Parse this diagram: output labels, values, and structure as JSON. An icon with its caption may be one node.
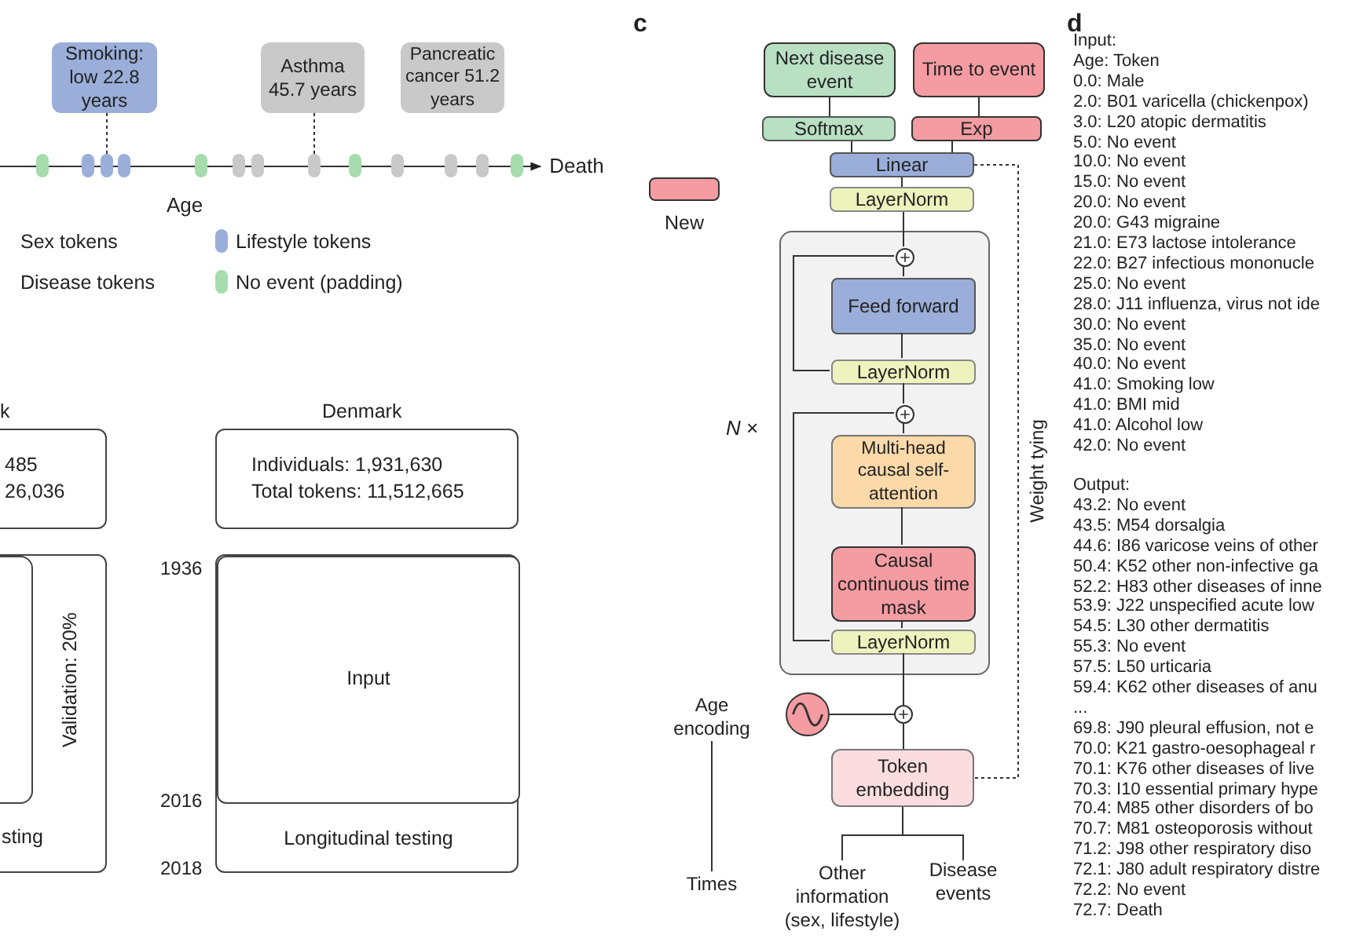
{
  "diagram": {
    "nodes": [
      {
        "text": [
          "Smoking: low 22.8 years"
        ]
      },
      {
        "text": [
          "Asthma 45.7 years"
        ]
      },
      {
        "text": [
          "Pancreatic cancer 51.2 years"
        ]
      },
      {
        "text": [],
        "shape": "bar"
      },
      {
        "text": [],
        "shape": "bar"
      },
      {
        "text": [],
        "shape": "bar"
      },
      {
        "text": [],
        "shape": "bar"
      },
      {
        "text": [],
        "shape": "bar"
      },
      {
        "text": [],
        "shape": "bar"
      },
      {
        "text": [],
        "shape": "bar"
      },
      {
        "text": [],
        "shape": "bar"
      },
      {
        "text": [],
        "shape": "bar"
      },
      {
        "text": [],
        "shape": "bar"
      },
      {
        "text": [],
        "shape": "bar"
      },
      {
        "text": [],
        "shape": "bar"
      },
      {
        "text": [],
        "shape": "bar"
      },
      {
        "text": [
          "Death"
        ]
      },
      {
        "text": [
          "485",
          "26,036"
        ]
      },
      {
        "text": [
          "Individuals: 1,931,630",
          "Total tokens: 11,512,665"
        ]
      },
      {
        "text": [
          "Validation: 20%",
          "sting"
        ]
      },
      {
        "text": [],
        "shape": "box",
        "in": 19
      },
      {
        "text": [
          "Longitudinal testing"
        ]
      },
      {
        "text": [
          "Input"
        ],
        "in": 21
      },
      {
        "text": [
          "Next disease event"
        ]
      },
      {
        "text": [
          "Time to event"
        ]
      },
      {
        "text": [
          "Softmax"
        ]
      },
      {
        "text": [
          "Exp"
        ]
      },
      {
        "text": [
          "Linear"
        ]
      },
      {
        "text": [
          "LayerNorm"
        ]
      },
      {
        "text": [],
        "shape": "box",
        "beside": [
          "*N* ×"
        ]
      },
      {
        "text": [],
        "shape": "circle",
        "in": 29
      },
      {
        "text": [
          "Feed forward"
        ],
        "in": 29
      },
      {
        "text": [
          "LayerNorm"
        ],
        "in": 29
      },
      {
        "text": [],
        "shape": "circle",
        "in": 29
      },
      {
        "text": [
          "Multi-head causal self-attention"
        ],
        "in": 29
      },
      {
        "text": [
          "Causal continuous time mask"
        ],
        "in": 29
      },
      {
        "text": [
          "LayerNorm"
        ],
        "in": 29
      },
      {
        "text": [],
        "shape": "circle"
      },
      {
        "text": [],
        "shape": "circle"
      },
      {
        "text": [
          "Token embedding"
        ]
      },
      {
        "text": [
          "Age encoding"
        ]
      },
      {
        "text": [
          "Times"
        ]
      },
      {
        "text": [
          "Other information (sex, lifestyle)"
        ]
      },
      {
        "text": [
          "Disease events"
        ]
      }
    ],
    "edges": [
      {
        "from": null,
        "to": 16,
        "arrow": "to"
      },
      {
        "from": 0,
        "to": 5,
        "arrow": "none",
        "style": "dashed"
      },
      {
        "from": 1,
        "to": 10,
        "arrow": "none",
        "style": "dashed"
      },
      {
        "from": 25,
        "to": 23,
        "arrow": "none"
      },
      {
        "from": 26,
        "to": 24,
        "arrow": "none"
      },
      {
        "from": 27,
        "to": 25,
        "arrow": "none"
      },
      {
        "from": 27,
        "to": 26,
        "arrow": "none"
      },
      {
        "from": 28,
        "to": 27,
        "arrow": "none"
      },
      {
        "from": 30,
        "to": 28,
        "arrow": "none"
      },
      {
        "from": 31,
        "to": 30,
        "arrow": "none"
      },
      {
        "from": 32,
        "to": 31,
        "arrow": "none"
      },
      {
        "from": 33,
        "to": 32,
        "arrow": "none"
      },
      {
        "from": 34,
        "to": 33,
        "arrow": "none"
      },
      {
        "from": 35,
        "to": 34,
        "arrow": "none"
      },
      {
        "from": 36,
        "to": 35,
        "arrow": "none"
      },
      {
        "from": 38,
        "to": 36,
        "arrow": "none"
      },
      {
        "from": 37,
        "to": 38,
        "arrow": "none"
      },
      {
        "from": 39,
        "to": 38,
        "arrow": "none"
      },
      {
        "from": 32,
        "to": 30,
        "arrow": "none"
      },
      {
        "from": 36,
        "to": 33,
        "arrow": "none"
      },
      {
        "from": 27,
        "to": 39,
        "arrow": "none",
        "style": "dashed",
        "label": "Weight tying"
      },
      {
        "from": 42,
        "to": 39,
        "arrow": "none"
      },
      {
        "from": 43,
        "to": 39,
        "arrow": "none"
      },
      {
        "from": 40,
        "to": 41,
        "arrow": "none"
      }
    ],
    "labels": [
      "Age",
      "k",
      "Denmark",
      "1936",
      "2016",
      "2018",
      "c",
      "d",
      "Input:",
      "Age: Token",
      "0.0: Male",
      "2.0: B01 varicella (chickenpox)",
      "3.0: L20 atopic dermatitis",
      "5.0: No event",
      "10.0: No event",
      "15.0: No event",
      "20.0: No event",
      "20.0: G43 migraine",
      "21.0: E73 lactose intolerance",
      "22.0: B27 infectious mononucle",
      "25.0: No event",
      "28.0: J11 influenza, virus not ide",
      "30.0: No event",
      "35.0: No event",
      "40.0: No event",
      "41.0: Smoking low",
      "41.0: BMI mid",
      "41.0: Alcohol low",
      "42.0: No event",
      "Output:",
      "43.2: No event",
      "43.5: M54 dorsalgia",
      "44.6: I86 varicose veins of other",
      "50.4: K52 other non-infective ga",
      "52.2: H83 other diseases of inne",
      "53.9: J22 unspecified acute low",
      "54.5: L30 other dermatitis",
      "55.3: No event",
      "57.5: L50 urticaria",
      "59.4: K62 other diseases of anu",
      "...",
      "69.8: J90 pleural effusion, not e",
      "70.0: K21 gastro-oesophageal r",
      "70.1: K76 other diseases of live",
      "70.3: I10 essential primary hype",
      "70.4: M85 other disorders of bo",
      "70.7: M81 osteoporosis without",
      "71.2: J98 other respiratory diso",
      "72.1: J80 adult respiratory distre",
      "72.2: No event",
      "72.7: Death"
    ],
    "legend": [
      {
        "text": "Sex tokens"
      },
      {
        "text": "Disease tokens"
      },
      {
        "text": "Lifestyle tokens",
        "color": "#9aaed9"
      },
      {
        "text": "No event (padding)",
        "color": "#a6dcae"
      },
      {
        "text": "New",
        "color": "#f59ca2"
      }
    ]
  }
}
